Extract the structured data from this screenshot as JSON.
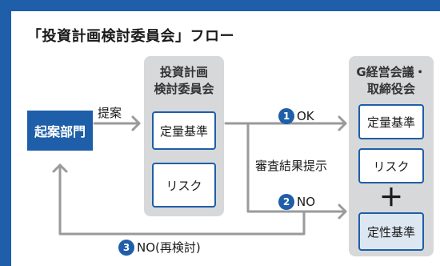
{
  "title": "「投資計画検討委員会」フロー",
  "origin": "起案部門",
  "proposal_label": "提案",
  "committee": {
    "title_line1": "投資計画",
    "title_line2": "検討委員会",
    "criteria_quant": "定量基準",
    "criteria_risk": "リスク"
  },
  "management": {
    "title_line1": "G経営会議・",
    "title_line2": "取締役会",
    "criteria_quant": "定量基準",
    "criteria_risk": "リスク",
    "plus": "＋",
    "criteria_qual": "定性基準"
  },
  "review_label": "審査結果提示",
  "outcomes": [
    {
      "num": "1",
      "text": "OK"
    },
    {
      "num": "2",
      "text": "NO"
    },
    {
      "num": "3",
      "text": "NO(再検討)"
    }
  ],
  "colors": {
    "brand": "#1f5ea8",
    "panel": "#d6d8da",
    "arrow": "#9a9a9a",
    "tint": "#dde7f2"
  }
}
